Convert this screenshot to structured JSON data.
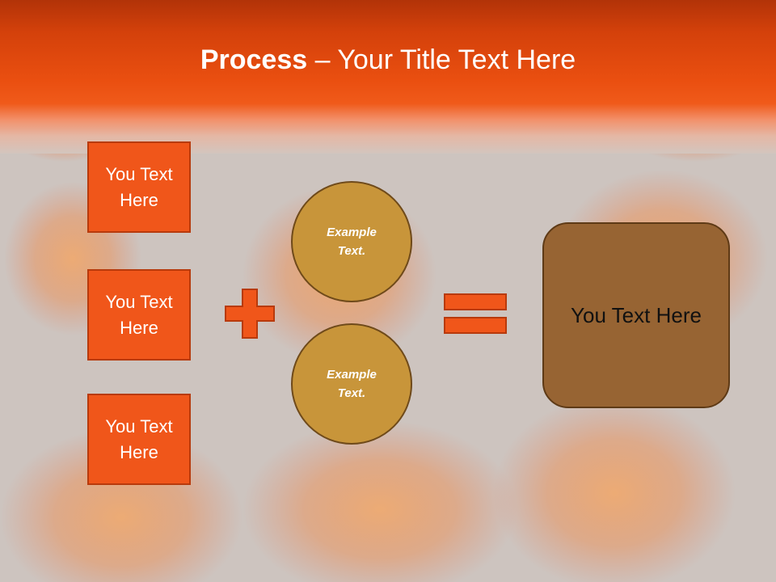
{
  "slide": {
    "title_bold": "Process",
    "title_rest": " – Your Title Text Here",
    "left_boxes": [
      {
        "label": "You Text Here"
      },
      {
        "label": "You Text Here"
      },
      {
        "label": "You Text Here"
      }
    ],
    "circles": [
      {
        "label": "Example Text."
      },
      {
        "label": "Example Text."
      }
    ],
    "result_label": "You Text Here"
  },
  "colors": {
    "header_orange": "#ea4f10",
    "box_orange": "#f0561a",
    "circle_gold": "#c8953a",
    "result_brown": "#976433",
    "background_gray": "#cdc4bf"
  },
  "icons": {
    "plus": "plus-icon",
    "equals": "equals-icon"
  }
}
